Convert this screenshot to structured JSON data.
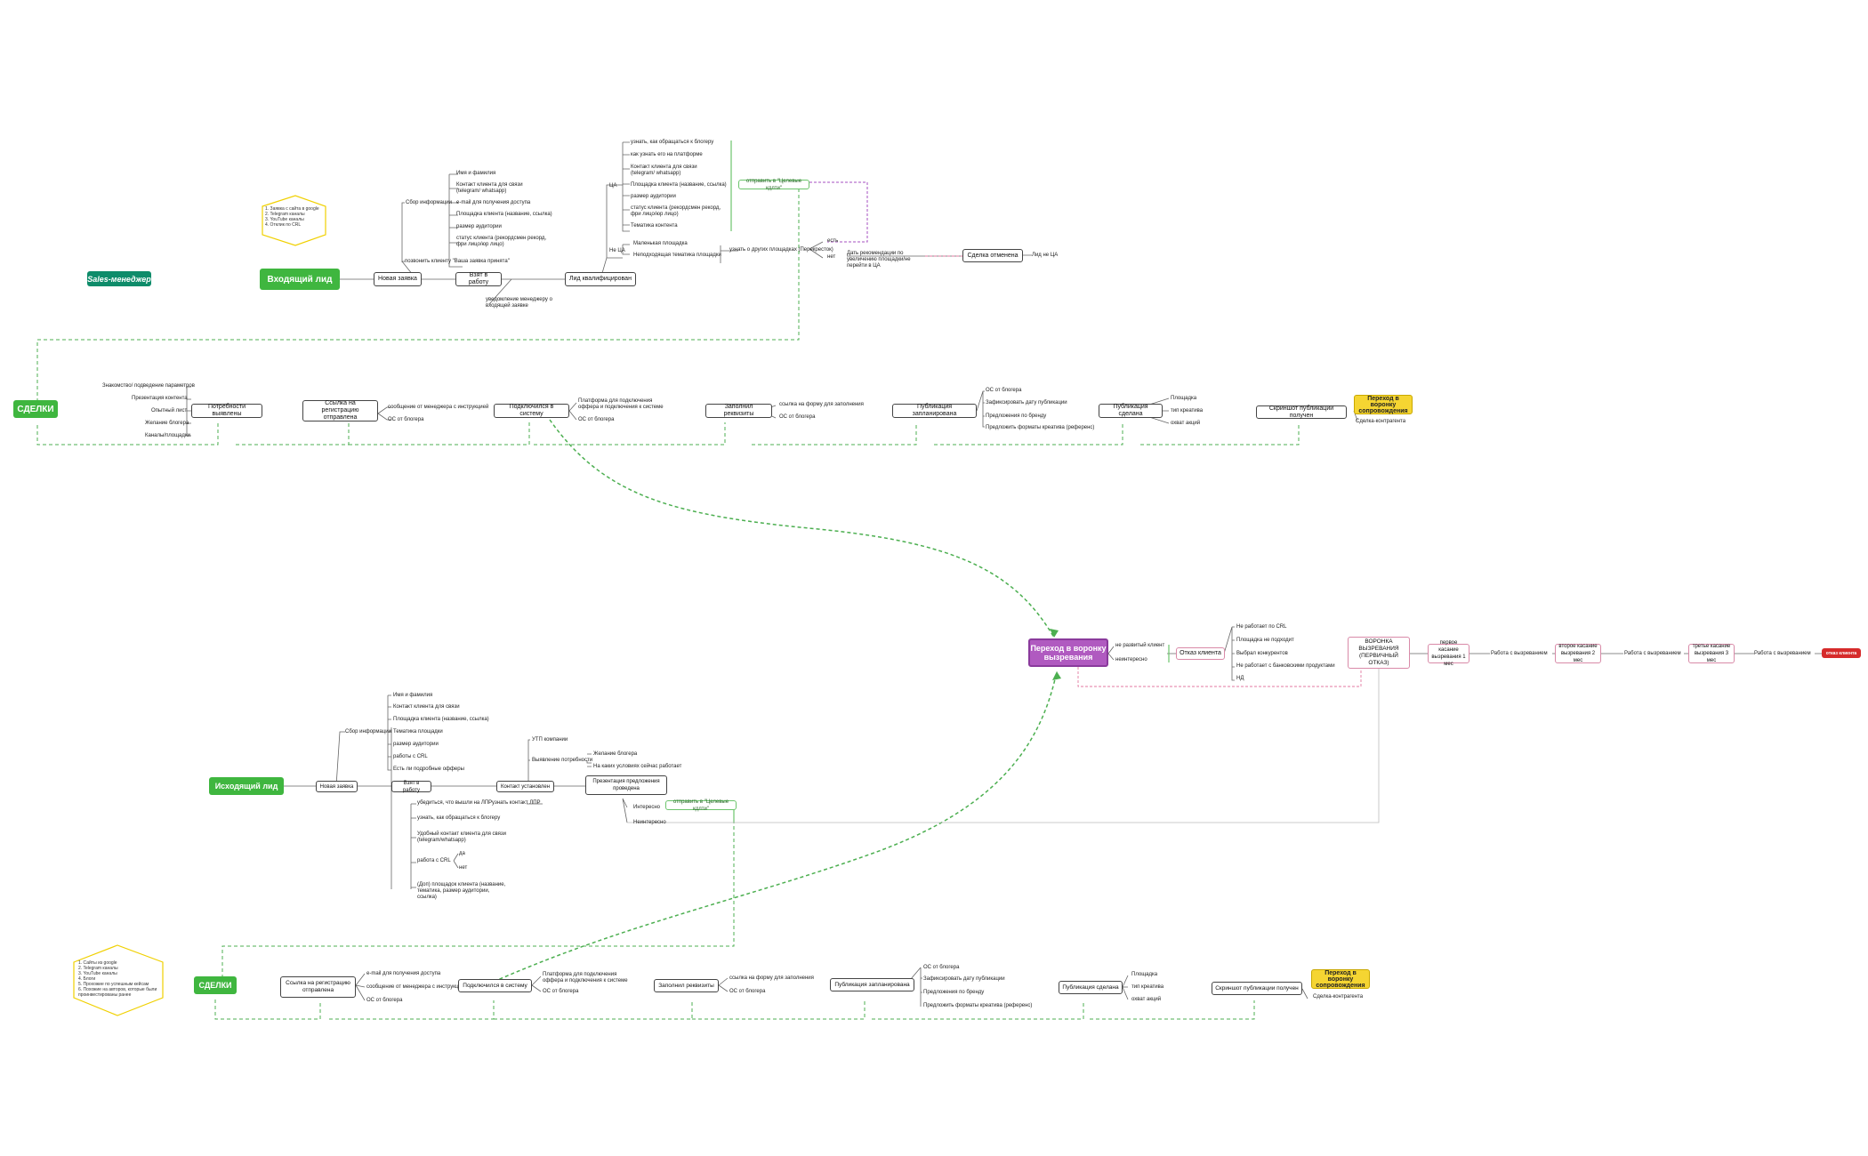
{
  "colors": {
    "green": "#3fb63f",
    "teal": "#0e8c6a",
    "purple": "#b05ac0",
    "yellow": "#f5d532",
    "red": "#d62b2b",
    "dash_green": "#4caf50",
    "dash_purple": "#a64fc0",
    "dash_pink": "#e37aa1",
    "hex": "#f0d000"
  },
  "top": {
    "sales": "Sales-менеджер",
    "incoming": "Входящий лид",
    "new_request": "Новая заявка",
    "taken": "Взят в работу",
    "qualified": "Лид квалифицирован",
    "info_collection": "Сбор информации",
    "info_items": [
      "Имя и фамилия",
      "Контакт клиента для связи (telegram/ whatsapp)",
      "e-mail для получения доступа",
      "Площадка клиента (название, ссылка)",
      "размер аудитории",
      "статус клиента (рекордсмен рекорд, фри лицо/юр лицо)"
    ],
    "call_client": "позвонить клиенту \"Ваша заявка принята\"",
    "notify_manager": "уведомление менеджеру о входящей заявке",
    "ca_label": "ЦА",
    "ca_items": [
      "узнать, как обращаться к блогеру",
      "как узнать его на платформе",
      "Контакт клиента для связи (telegram/ whatsapp)",
      "Площадка клиента (название, ссылка)",
      "размер аудитории",
      "статус клиента (рекордсмен рекорд, фри лицо/юр лицо)",
      "Тематика контента"
    ],
    "send_target": "отправить в \"Целевые кдлти\"",
    "not_ca": "Не ЦА",
    "not_ca_items": [
      "Маленькая площадка",
      "Неподходящая тематика площадки"
    ],
    "other_platforms": "узнать о других площадках (Перекресток)",
    "yes": "есть",
    "no": "нет",
    "give_rec": "Дать рекомендации по увеличению площадки/не перейти в ЦА",
    "deal_canceled": "Сделка отменена",
    "lead_not_ca": "Лид не ЦА",
    "hex_list": "1. Заявка с сайта в google\n2. Telegram каналы\n3. YouTube каналы\n4. Отклик по CRL"
  },
  "deals1": {
    "tag": "СДЕЛКИ",
    "needs_items": [
      "Знакомство/ подведение параметров",
      "Презентация контента",
      "Опытный лист",
      "Желание блогера",
      "Каналы/площадки"
    ],
    "needs": "Потребности выявлены",
    "link_sent": "Ссылка на регистрацию отправлена",
    "link_items": [
      "сообщение от менеджера с инструкцией",
      "ОС от блогера"
    ],
    "connected": "Подключился в систему",
    "connected_items": [
      "Платформа для подключения оффера и подключения к системе",
      "ОС от блогера"
    ],
    "filled": "Заполнил реквизиты",
    "filled_items": [
      "ссылка на форму для заполнения",
      "ОС от блогера"
    ],
    "pub_planned": "Публикация запланирована",
    "pub_items": [
      "ОС от блогера",
      "Зафиксировать дату публикации",
      "Предложения по бренду",
      "Предложить форматы креатива (референс)"
    ],
    "pub_done": "Публикация сделана",
    "pub_done_items": [
      "Площадка",
      "тип креатива",
      "охват акций"
    ],
    "screenshot": "Скриншот публикации получен",
    "support": "Переход в воронку сопровождения",
    "close_contract": "Сделка-контрагента"
  },
  "mid": {
    "reactivation": "Переход в воронку вызревания",
    "not_relevant": "не развитый клиент",
    "no_interest": "неинтересно",
    "refusal": "Отказ клиента",
    "refusal_items": [
      "Не работает по CRL",
      "Площадка не подходит",
      "Выбрал конкурентов",
      "Не работает с банковскими продуктами",
      "НД"
    ],
    "funnel": "ВОРОНКА ВЫЗРЕВАНИЯ (ПЕРВИЧНЫЙ ОТКАЗ)",
    "touch1": "первое касание вызревания 1 мес",
    "work1": "Работа с вызреванием",
    "touch2": "второе касание вызревания 2 мес",
    "work2": "Работа с вызреванием",
    "touch3": "третье касание вызревания 3 мес",
    "work3": "Работа с вызреванием",
    "refused": "отказ клиента"
  },
  "bottom": {
    "outgoing": "Исходящий лид",
    "new_request": "Новая заявка",
    "taken": "Взят в работу",
    "contact": "Контакт установлен",
    "presentation": "Презентация предложения проведена",
    "info_collection": "Сбор информации",
    "info_items": [
      "Имя и фамилия",
      "Контакт клиента для связи",
      "Площадка клиента (название, ссылка)",
      "Тематика площадки",
      "размер аудитории",
      "работы с CRL",
      "Есть ли подробные офферы"
    ],
    "utp": "УТП компании",
    "needs": "Выявление потребности",
    "needs_items": [
      "Желание блогера",
      "На каких условиях сейчас работает"
    ],
    "decision_maker": "узнать контакт ЛПР",
    "taken_items": [
      "убедиться, что вышли на ЛПР",
      "узнать, как обращаться к блогеру",
      "Удобный контакт клиента для связи (telegram/whatsapp)",
      "работа с CRL",
      "(Доп) площадок клиента (название, тематика, размер аудитории, ссылка)"
    ],
    "yes": "да",
    "no": "нет",
    "interested": "Интересно",
    "send_target": "отправить в \"Целевые кдлти\"",
    "not_interested": "Неинтересно",
    "hex_list": "1. Сайты из google\n2. Telegram каналы\n3. YouTube каналы\n4. Блоги\n5. Прохожие по успешным кейсам\n6. Похожие на авторов, которые были\nпроинвестированы ранее"
  },
  "deals2": {
    "tag": "СДЕЛКИ",
    "link_sent": "Ссылка на регистрацию отправлена",
    "link_items": [
      "e-mail для получения доступа",
      "сообщение от менеджера с инструкцией",
      "ОС от блогера"
    ],
    "connected": "Подключился в систему",
    "connected_items": [
      "Платформа для подключения оффера и подключения к системе",
      "ОС от блогера"
    ],
    "filled": "Заполнил реквизиты",
    "filled_items": [
      "ссылка на форму для заполнения",
      "ОС от блогера"
    ],
    "pub_planned": "Публикация запланирована",
    "pub_items": [
      "ОС от блогера",
      "Зафиксировать дату публикации",
      "Предложения по бренду",
      "Предложить форматы креатива (референс)"
    ],
    "pub_done": "Публикация сделана",
    "pub_done_items": [
      "Площадка",
      "тип креатива",
      "охват акций"
    ],
    "screenshot": "Скриншот публикации получен",
    "support": "Переход в воронку сопровождения",
    "close_contract": "Сделка-контрагента"
  }
}
